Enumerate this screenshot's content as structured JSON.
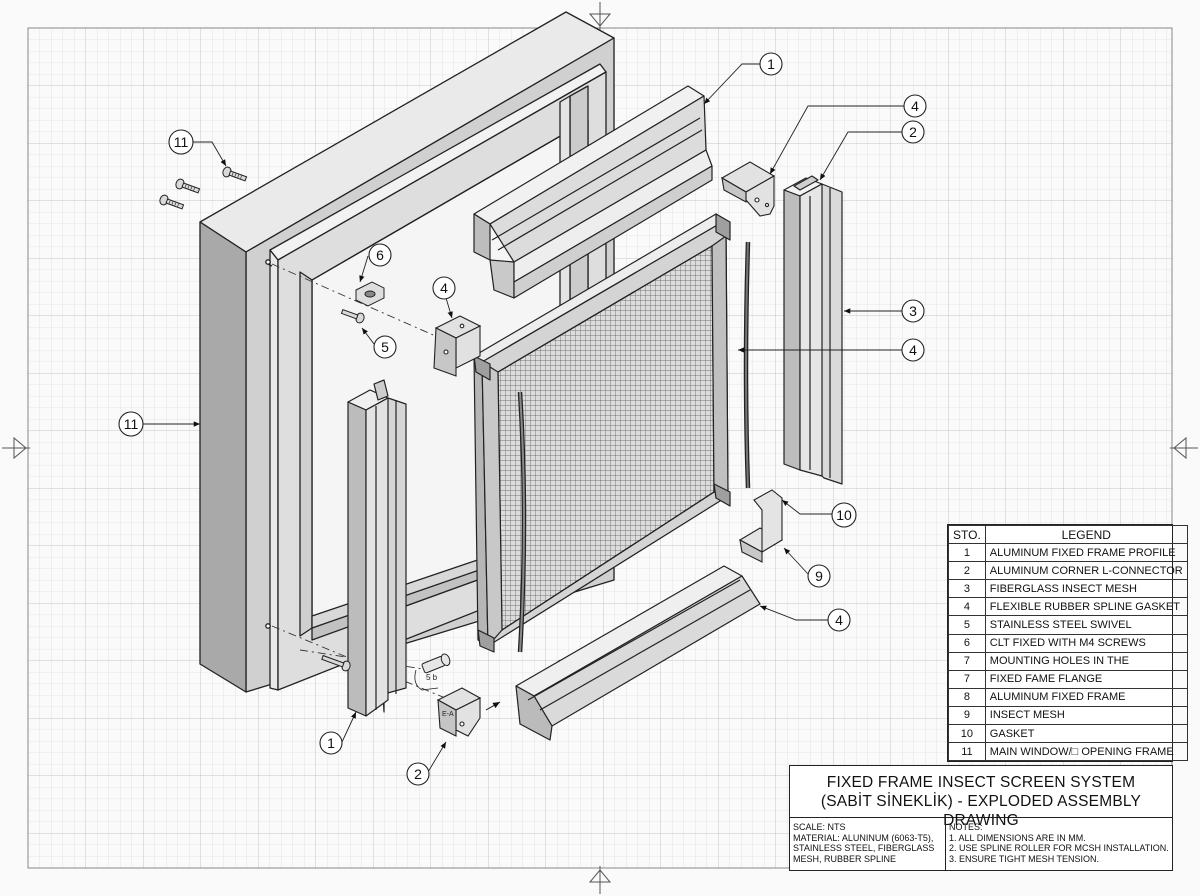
{
  "callouts": {
    "c1_top": "1",
    "c4_top": "4",
    "c2_top": "2",
    "c11_top": "11",
    "c6": "6",
    "c4_mid": "4",
    "c3": "3",
    "c4_right": "4",
    "c5": "5",
    "c11_left": "11",
    "c10": "10",
    "c9": "9",
    "c4_bottom": "4",
    "c1_bottom": "1",
    "c2_bottom": "2"
  },
  "part_marks": {
    "m1": "5 b",
    "m2": "E-A"
  },
  "legend": {
    "col_num": "STO.",
    "col_label": "LEGEND",
    "rows": [
      {
        "num": "1",
        "label": "ALUMINUM FIXED FRAME PROFILE"
      },
      {
        "num": "2",
        "label": "ALUMINUM CORNER L-CONNECTOR"
      },
      {
        "num": "3",
        "label": "FIBERGLASS INSECT MESH"
      },
      {
        "num": "4",
        "label": "FLEXIBLE RUBBER SPLINE GASKET"
      },
      {
        "num": "5",
        "label": "STAINLESS STEEL SWIVEL"
      },
      {
        "num": "6",
        "label": "CLT FIXED WITH M4 SCREWS"
      },
      {
        "num": "7",
        "label": "MOUNTING HOLES IN THE"
      },
      {
        "num": "7",
        "label": "FIXED FAME FLANGE"
      },
      {
        "num": "8",
        "label": "ALUMINUM FIXED FRAME"
      },
      {
        "num": "9",
        "label": "INSECT MESH"
      },
      {
        "num": "10",
        "label": "GASKET"
      },
      {
        "num": "11",
        "label": "MAIN WINDOW/□ OPENING FRAME"
      }
    ]
  },
  "title_block": {
    "title_line1": "FIXED FRAME INSECT SCREEN SYSTEM",
    "title_line2": "(SABİT SİNEKLİK) - EXPLODED ASSEMBLY DRAWING",
    "scale": "SCALE: NTS",
    "material_1": "MATERIAL: ALUNINUM (6063-T5),",
    "material_2": "STAINLESS STEEL, FIBERGLASS",
    "material_3": "MESH, RUBBER SPLINE",
    "notes_label": "NOTES:",
    "note_1": "1. ALL DIMENSIONS ARE IN MM.",
    "note_2": "2. USE SPLINE ROLLER FOR MCSH INSTALLATION.",
    "note_3": "3. ENSURE TIGHT MESH TENSION."
  }
}
